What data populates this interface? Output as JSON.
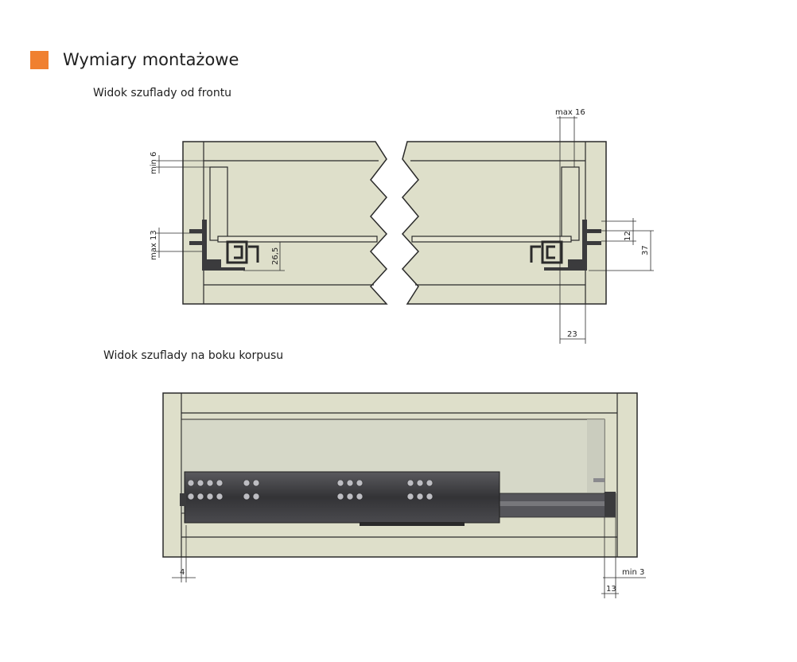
{
  "section": {
    "title": "Wymiary montażowe",
    "accent_color": "#f08030"
  },
  "front_view": {
    "label": "Widok szuflady od frontu",
    "dims": {
      "min6": "min 6",
      "max13": "max 13",
      "d265": "26,5",
      "max16": "max 16",
      "d12": "12",
      "d37": "37",
      "d23": "23"
    }
  },
  "side_view": {
    "label": "Widok szuflady na boku korpusu",
    "dims": {
      "d4": "4",
      "d13": "13",
      "min3": "min 3"
    }
  },
  "colors": {
    "panel": "#dedfca",
    "inner": "#e9e8d6",
    "edge": "#2a2a2a",
    "dark": "#3b3b3d",
    "rail": "#555559"
  }
}
